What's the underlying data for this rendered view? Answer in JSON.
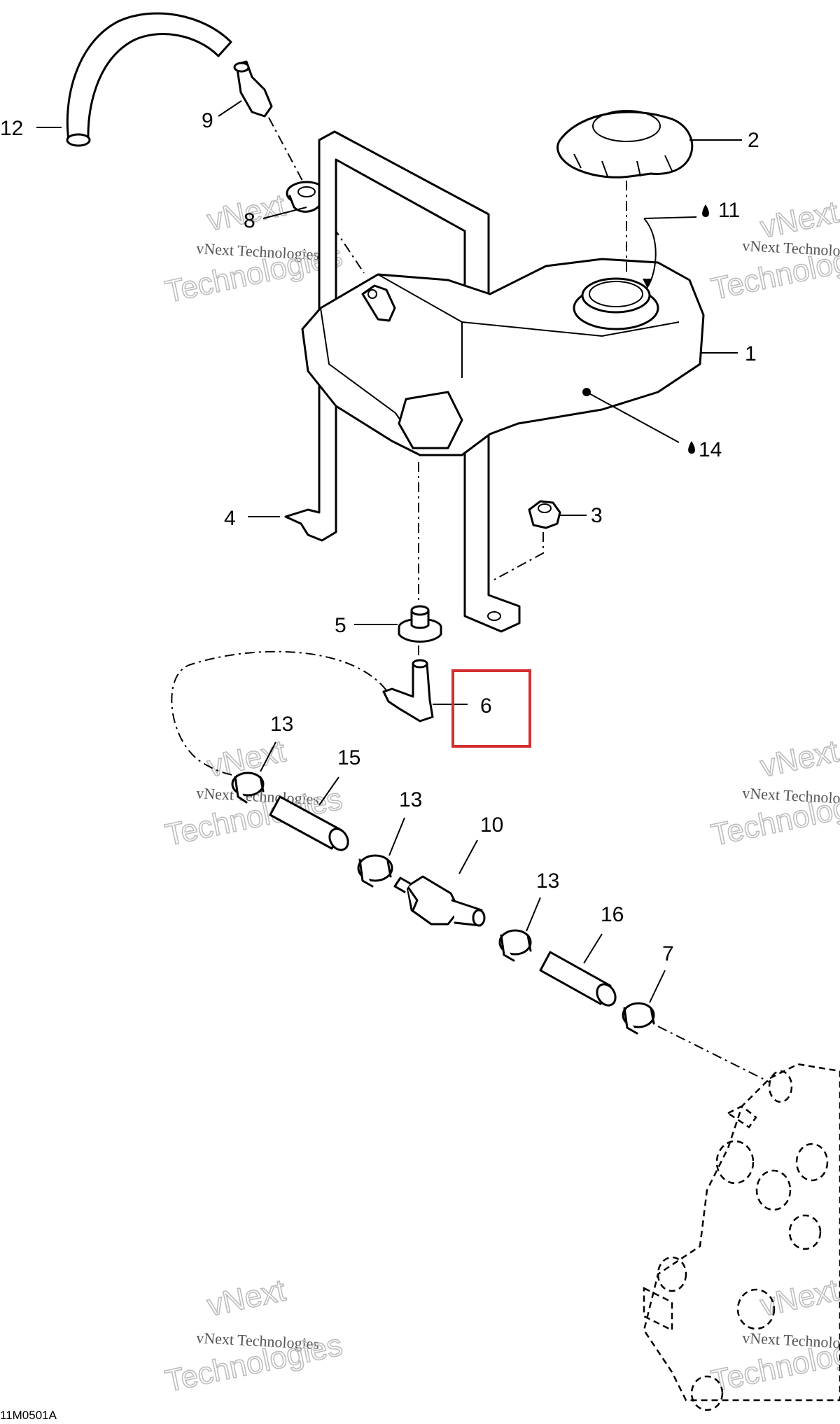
{
  "callouts": {
    "c1": "1",
    "c2": "2",
    "c3": "3",
    "c4": "4",
    "c5": "5",
    "c6": "6",
    "c7": "7",
    "c8": "8",
    "c9": "9",
    "c10": "10",
    "c11": "11",
    "c12": "12",
    "c13a": "13",
    "c13b": "13",
    "c13c": "13",
    "c14": "14",
    "c15": "15",
    "c16": "16"
  },
  "watermark": {
    "line1": "vNext Technologies",
    "big": "Technologies",
    "top": "vNext"
  },
  "footer_code": "11M0501A",
  "highlight_color": "#d32f2f"
}
